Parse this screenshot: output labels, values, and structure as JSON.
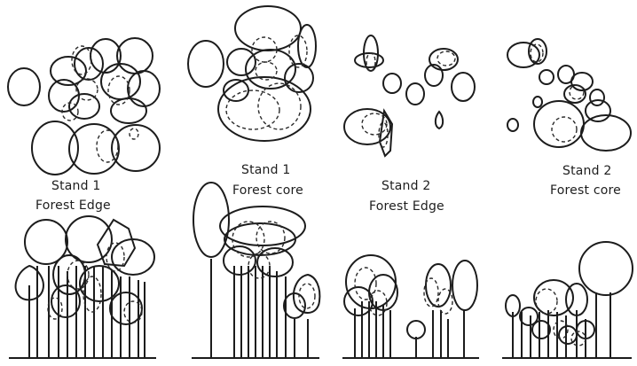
{
  "panels": [
    {
      "key": "s1_edge",
      "line1": "Stand 1",
      "line2": "Forest Edge"
    },
    {
      "key": "s1_core",
      "line1": "Stand 1",
      "line2": "Forest core"
    },
    {
      "key": "s2_edge",
      "line1": "Stand 2",
      "line2": "Forest Edge"
    },
    {
      "key": "s2_core",
      "line1": "Stand 2",
      "line2": "Forest core"
    }
  ]
}
